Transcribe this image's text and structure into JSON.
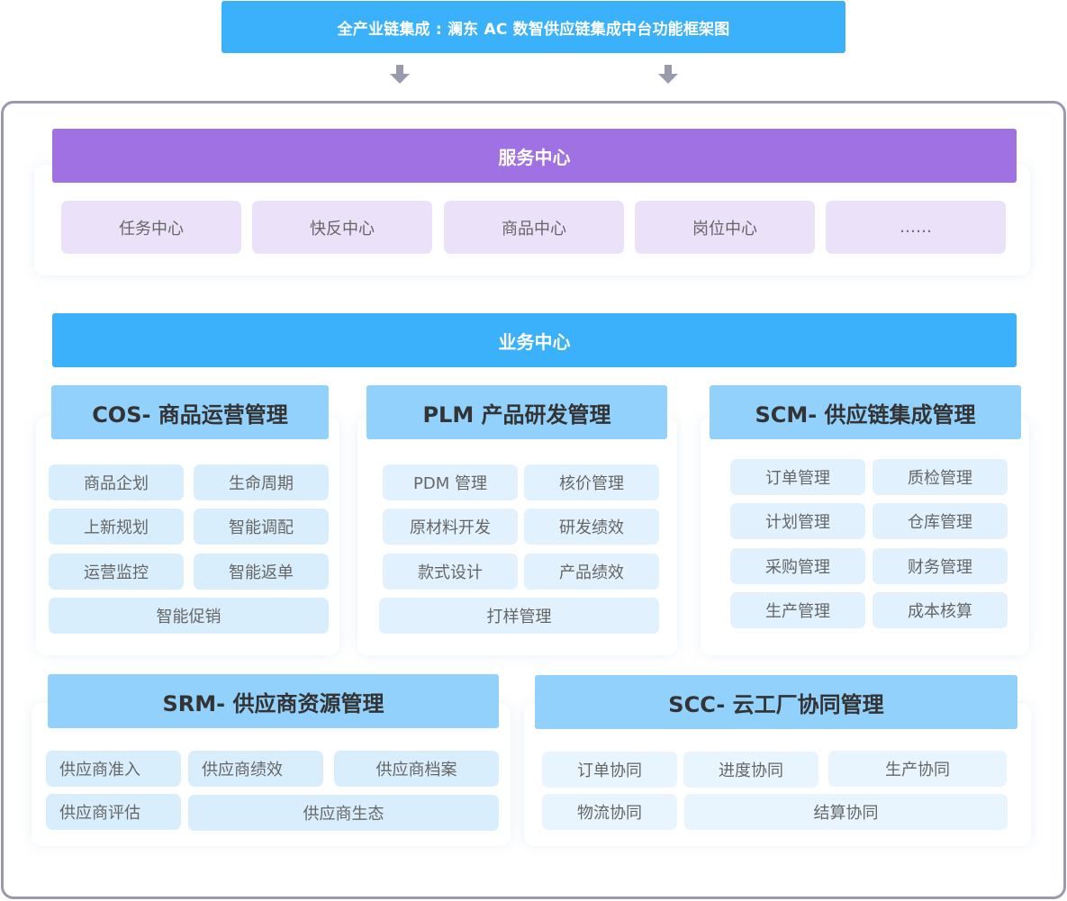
{
  "title": "全产业链集成 : 澜东 AC 数智供应链集成中台功能框架图",
  "arrows": [
    "arrow-down-icon",
    "arrow-down-icon"
  ],
  "colors": {
    "banner": "#3bb1fc",
    "service_bar": "#9f71e2",
    "service_pill": "#ebe1f9",
    "business_bar": "#3bb1fc",
    "module_header": "#92d1fb",
    "module_pill": "#d9eefd",
    "frame_border": "#9a9aae",
    "arrow": "#9a9aae"
  },
  "service_center": {
    "label": "服务中心",
    "items": [
      "任务中心",
      "快反中心",
      "商品中心",
      "岗位中心",
      "……"
    ]
  },
  "business_center": {
    "label": "业务中心"
  },
  "modules": {
    "cos": {
      "title": "COS- 商品运营管理",
      "items": [
        "商品企划",
        "生命周期",
        "上新规划",
        "智能调配",
        "运营监控",
        "智能返单",
        "智能促销"
      ]
    },
    "plm": {
      "title": "PLM 产品研发管理",
      "items": [
        "PDM 管理",
        "核价管理",
        "原材料开发",
        "研发绩效",
        "款式设计",
        "产品绩效",
        "打样管理"
      ]
    },
    "scm": {
      "title": "SCM- 供应链集成管理",
      "items": [
        "订单管理",
        "质检管理",
        "计划管理",
        "仓库管理",
        "采购管理",
        "财务管理",
        "生产管理",
        "成本核算"
      ]
    },
    "srm": {
      "title": "SRM- 供应商资源管理",
      "items": [
        "供应商准入",
        "供应商绩效",
        "供应商档案",
        "供应商评估",
        "供应商生态"
      ]
    },
    "scc": {
      "title": "SCC- 云工厂协同管理",
      "items": [
        "订单协同",
        "进度协同",
        "生产协同",
        "物流协同",
        "结算协同"
      ]
    }
  }
}
